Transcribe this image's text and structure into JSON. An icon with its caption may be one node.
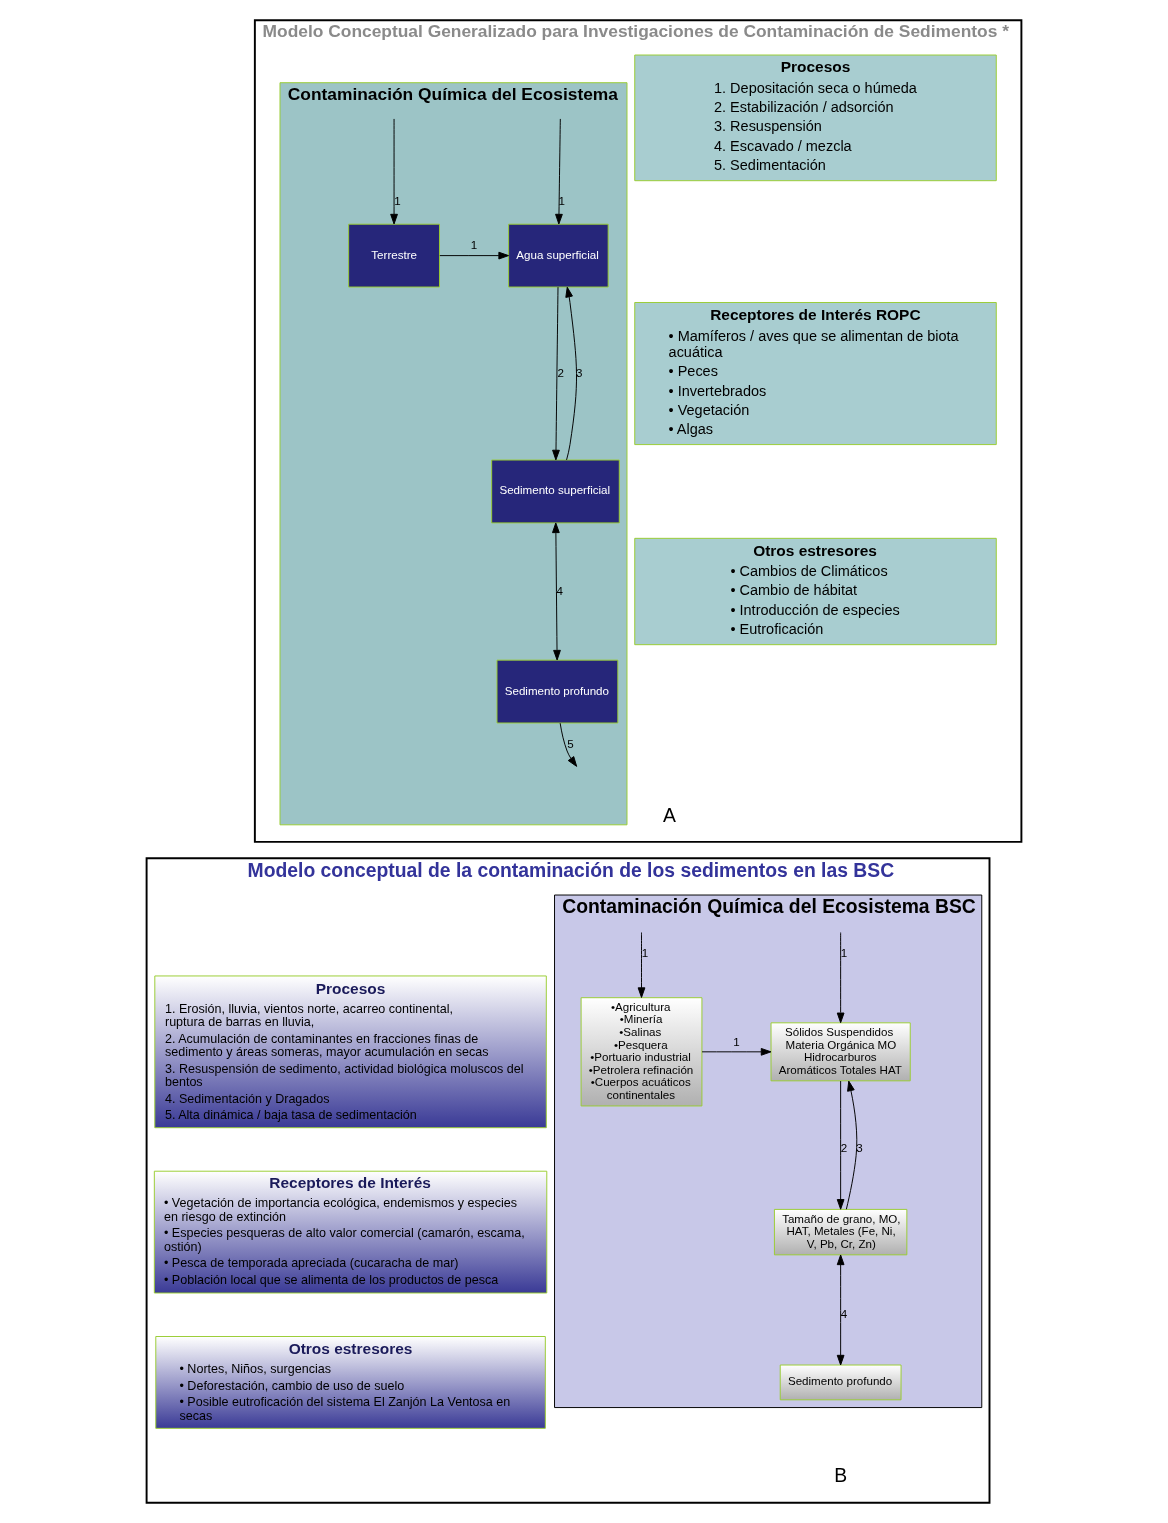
{
  "diagram": {
    "nodes": [
      {
        "text": [
          "Modelo Conceptual Generalizado para Investigaciones de Contaminación de Sedimentos *"
        ]
      },
      {
        "text": [
          "Contaminación Química del Ecosistema"
        ],
        "in": 0
      },
      {
        "text": [
          "Terrestre"
        ],
        "in": 1
      },
      {
        "text": [
          "Agua superficial"
        ],
        "in": 1
      },
      {
        "text": [
          "Sedimento superficial"
        ],
        "in": 1
      },
      {
        "text": [
          "Sedimento profundo"
        ],
        "in": 1
      },
      {
        "text": [
          "Procesos",
          "1. Depositación seca o húmeda",
          "2. Estabilización / adsorción",
          "3. Resuspensión",
          "4. Escavado / mezcla",
          "5. Sedimentación"
        ],
        "in": 0
      },
      {
        "text": [
          "Receptores de Interés ROPC",
          "• Mamíferos / aves que se alimentan de biota acuática",
          "• Peces",
          "• Invertebrados",
          "• Vegetación",
          "• Algas"
        ],
        "in": 0
      },
      {
        "text": [
          "Otros estresores",
          "• Cambios de Climáticos",
          "• Cambio de hábitat",
          "• Introducción de especies",
          "• Eutroficación"
        ],
        "in": 0
      },
      {
        "text": [
          "Modelo conceptual de la contaminación de los sedimentos en las BSC"
        ]
      },
      {
        "text": [
          "Contaminación Química del Ecosistema BSC"
        ],
        "in": 9
      },
      {
        "text": [
          "•Agricultura",
          "•Minería",
          "•Salinas",
          "•Pesquera",
          "•Portuario industrial",
          "•Petrolera refinación",
          "•Cuerpos acuáticos continentales"
        ],
        "in": 10
      },
      {
        "text": [
          "Sólidos Suspendidos",
          "Materia Orgánica MO",
          "Hidrocarburos Aromáticos Totales HAT"
        ],
        "in": 10
      },
      {
        "text": [
          "Tamaño de grano, MO, HAT, Metales (Fe, Ni, V, Pb, Cr, Zn)"
        ],
        "in": 10
      },
      {
        "text": [
          "Sedimento profundo"
        ],
        "in": 10
      },
      {
        "text": [
          "Procesos",
          "1. Erosión, lluvia, vientos norte, acarreo continental, ruptura de barras en lluvia,",
          "2. Acumulación de contaminantes en fracciones finas de sedimento y áreas someras, mayor acumulación en secas",
          "3. Resuspensión de sedimento, actividad biológica moluscos del bentos",
          "4. Sedimentación y Dragados",
          "5. Alta dinámica / baja tasa de sedimentación"
        ],
        "in": 9
      },
      {
        "text": [
          "Receptores de Interés",
          "• Vegetación de importancia ecológica, endemismos y especies en riesgo de extinción",
          "• Especies pesqueras de alto valor comercial (camarón, escama, ostión)",
          "• Pesca de temporada apreciada (cucaracha de mar)",
          "• Población local que se alimenta de los productos de pesca"
        ],
        "in": 9
      },
      {
        "text": [
          "Otros estresores",
          "• Nortes, Niños, surgencias",
          "• Deforestación, cambio de uso de suelo",
          "• Posible eutroficación del sistema El Zanjón La Ventosa en secas"
        ],
        "in": 9
      }
    ],
    "edges": [
      {
        "from": null,
        "to": 2,
        "arrow": "to",
        "label": "1"
      },
      {
        "from": null,
        "to": 3,
        "arrow": "to",
        "label": "1"
      },
      {
        "from": 2,
        "to": 3,
        "arrow": "to",
        "label": "1"
      },
      {
        "from": 3,
        "to": 4,
        "arrow": "to",
        "label": "2"
      },
      {
        "from": 4,
        "to": 3,
        "arrow": "to",
        "label": "3"
      },
      {
        "from": 4,
        "to": 5,
        "arrow": "both",
        "label": "4"
      },
      {
        "from": 5,
        "to": null,
        "arrow": "to",
        "label": "5"
      },
      {
        "from": null,
        "to": 11,
        "arrow": "to",
        "label": "1"
      },
      {
        "from": null,
        "to": 12,
        "arrow": "to",
        "label": "1"
      },
      {
        "from": 11,
        "to": 12,
        "arrow": "to",
        "label": "1"
      },
      {
        "from": 12,
        "to": 13,
        "arrow": "to",
        "label": "2"
      },
      {
        "from": 13,
        "to": 12,
        "arrow": "to",
        "label": "3"
      },
      {
        "from": 13,
        "to": 14,
        "arrow": "both",
        "label": "4"
      }
    ],
    "labels": [
      "A",
      "B"
    ]
  }
}
